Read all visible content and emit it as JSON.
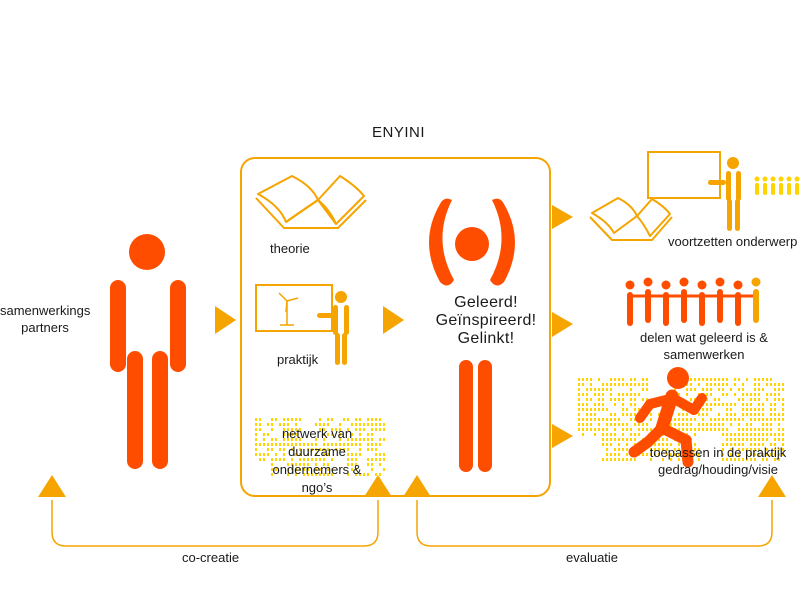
{
  "diagram": {
    "title": "ENYINI",
    "left_label": "samenwerkings partners",
    "inputs": {
      "theorie": "theorie",
      "praktijk": "praktijk",
      "netwerk": "netwerk van duurzame ondernemers & ngo’s"
    },
    "status_lines": [
      "Geleerd!",
      "Geïnspireerd!",
      "Gelinkt!"
    ],
    "outputs": {
      "voortzetten": "voortzetten onderwerp",
      "delen": "delen wat geleerd is & samenwerken",
      "toepassen": "toepassen in de praktijk gedrag/houding/visie"
    },
    "loops": {
      "cocreatie": "co-creatie",
      "evaluatie": "evaluatie"
    }
  },
  "colors": {
    "red_orange": "#ff4d00",
    "orange": "#f5a400",
    "yellow": "#ffd400",
    "text": "#1a1a1a"
  }
}
